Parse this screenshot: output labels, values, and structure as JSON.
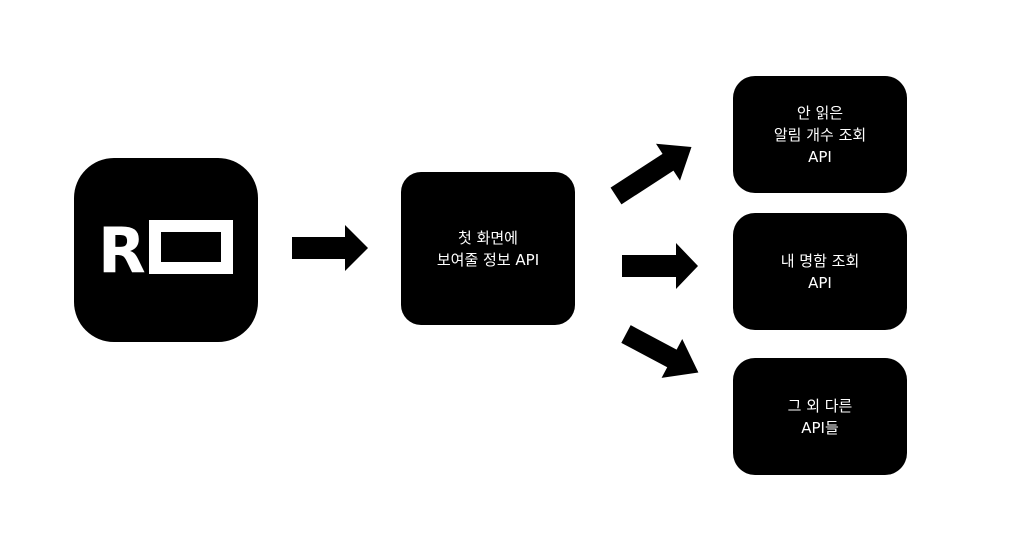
{
  "logo": {
    "letter": "R"
  },
  "center_node": {
    "lines": [
      "첫 화면에",
      "보여줄 정보 API"
    ]
  },
  "targets": [
    {
      "lines": [
        "안 읽은",
        "알림 개수 조회",
        "API"
      ]
    },
    {
      "lines": [
        "내 명함 조회",
        "API"
      ]
    },
    {
      "lines": [
        "그 외 다른",
        "API들"
      ]
    }
  ],
  "colors": {
    "box": "#000000",
    "text": "#ffffff",
    "arrow": "#000000",
    "background": "#ffffff"
  }
}
